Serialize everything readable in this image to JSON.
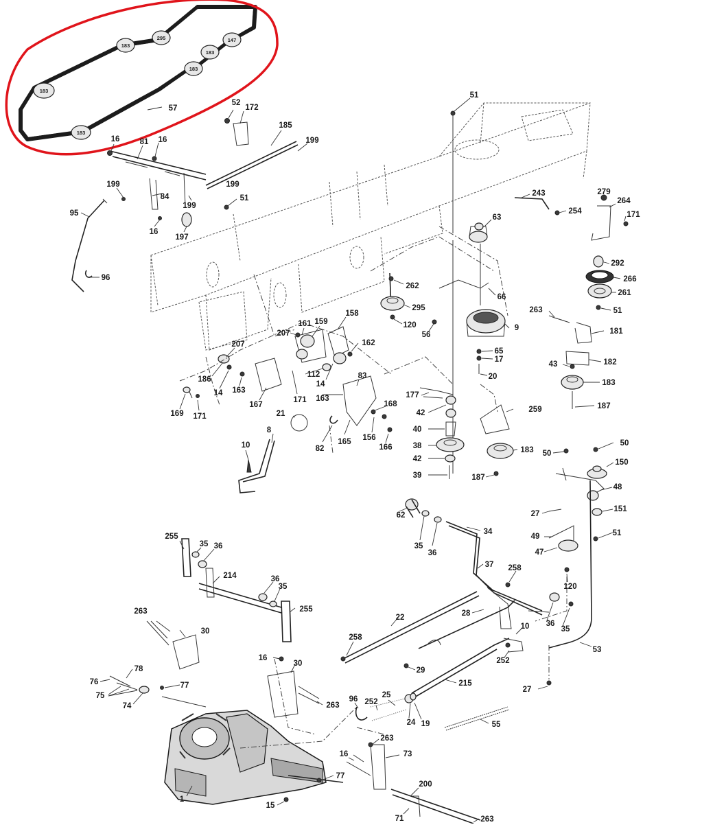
{
  "highlight": {
    "color": "#e0141b"
  },
  "belt_pulleys": [
    "183",
    "295",
    "147",
    "183",
    "183",
    "183",
    "183"
  ],
  "labels": {
    "l51a": "51",
    "l52": "52",
    "l172": "172",
    "l185": "185",
    "l199a": "199",
    "l16a": "16",
    "l81": "81",
    "l16b": "16",
    "l57": "57",
    "l199b": "199",
    "l84": "84",
    "l199c": "199",
    "l51b": "51",
    "l95": "95",
    "l197": "197",
    "l16c": "16",
    "l96a": "96",
    "l243": "243",
    "l254": "254",
    "l279": "279",
    "l264": "264",
    "l171a": "171",
    "l63": "63",
    "l292": "292",
    "l266": "266",
    "l261": "261",
    "l51c": "51",
    "l262": "262",
    "l66": "66",
    "l295": "295",
    "l120a": "120",
    "l263a": "263",
    "l56": "56",
    "l9": "9",
    "l181": "181",
    "l65": "65",
    "l17": "17",
    "l43": "43",
    "l182": "182",
    "l20": "20",
    "l183a": "183",
    "l187a": "187",
    "l161": "161",
    "l159": "159",
    "l158": "158",
    "l207a": "207",
    "l207b": "207",
    "l162": "162",
    "l186": "186",
    "l14a": "14",
    "l163a": "163",
    "l112": "112",
    "l14b": "14",
    "l83": "83",
    "l167": "167",
    "l171b": "171",
    "l163b": "163",
    "l169": "169",
    "l171c": "171",
    "l168": "168",
    "l177": "177",
    "l42a": "42",
    "l259": "259",
    "l21": "21",
    "l165": "165",
    "l156": "156",
    "l166": "166",
    "l82": "82",
    "l8": "8",
    "l40": "40",
    "l38": "38",
    "l183b": "183",
    "l10a": "10",
    "l42b": "42",
    "l39": "39",
    "l187b": "187",
    "l50a": "50",
    "l50b": "50",
    "l150": "150",
    "l48": "48",
    "l27a": "27",
    "l151": "151",
    "l62": "62",
    "l35a": "35",
    "l36a": "36",
    "l34": "34",
    "l49": "49",
    "l51d": "51",
    "l47": "47",
    "l255a": "255",
    "l35b": "35",
    "l36b": "36",
    "l37": "37",
    "l258a": "258",
    "l120b": "120",
    "l214": "214",
    "l36c": "36",
    "l35c": "35",
    "l255b": "255",
    "l28": "28",
    "l36d": "36",
    "l35d": "35",
    "l22": "22",
    "l263b": "263",
    "l30a": "30",
    "l10b": "10",
    "l53": "53",
    "l258b": "258",
    "l252a": "252",
    "l16d": "16",
    "l30b": "30",
    "l29": "29",
    "l78": "78",
    "l76": "76",
    "l77a": "77",
    "l215": "215",
    "l27b": "27",
    "l75": "75",
    "l74": "74",
    "l263c": "263",
    "l96b": "96",
    "l252b": "252",
    "l25": "25",
    "l24": "24",
    "l19": "19",
    "l55": "55",
    "l263d": "263",
    "l16e": "16",
    "l73": "73",
    "l77b": "77",
    "l1": "1",
    "l200": "200",
    "l15": "15",
    "l71": "71",
    "l263e": "263"
  }
}
